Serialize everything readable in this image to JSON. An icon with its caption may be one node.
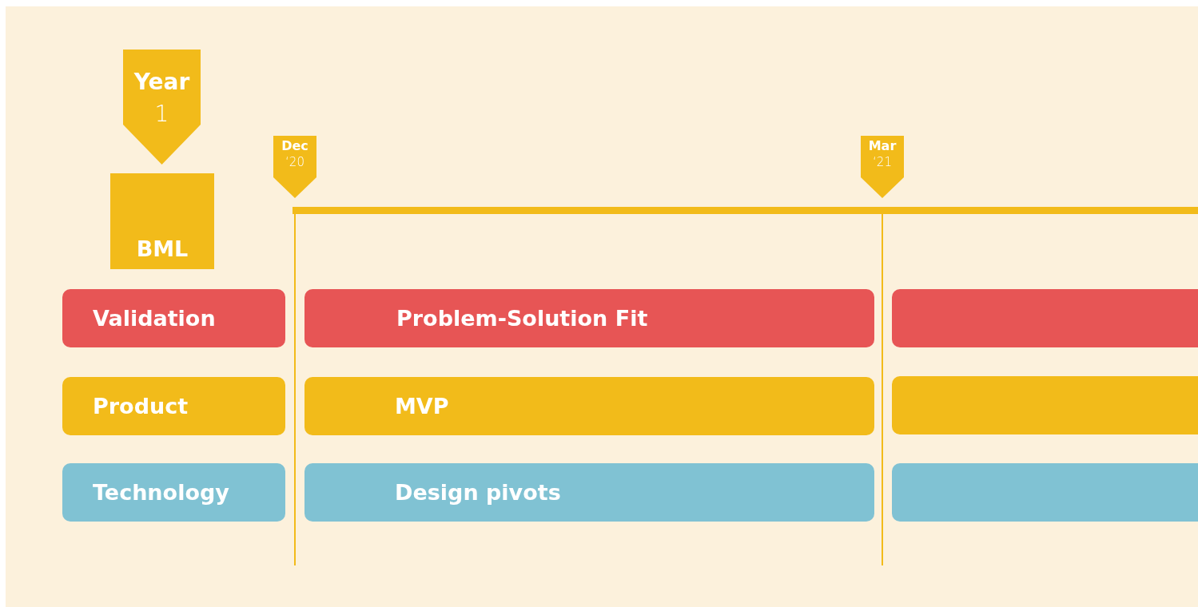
{
  "diagram": {
    "nodes": [
      {
        "text": [
          "Year",
          "1"
        ]
      },
      {
        "text": [
          "BML"
        ]
      },
      {
        "text": [
          "Dec",
          "‘20"
        ]
      },
      {
        "text": [
          "Mar",
          "‘21"
        ]
      },
      {
        "text": [
          "Validation"
        ]
      },
      {
        "text": [
          "Problem-Solution Fit"
        ]
      },
      {
        "text": [],
        "shape": "bar"
      },
      {
        "text": [
          "Product"
        ]
      },
      {
        "text": [
          "MVP"
        ]
      },
      {
        "text": [],
        "shape": "bar"
      },
      {
        "text": [
          "Technology"
        ]
      },
      {
        "text": [
          "Design pivots"
        ]
      },
      {
        "text": [],
        "shape": "bar"
      }
    ]
  }
}
